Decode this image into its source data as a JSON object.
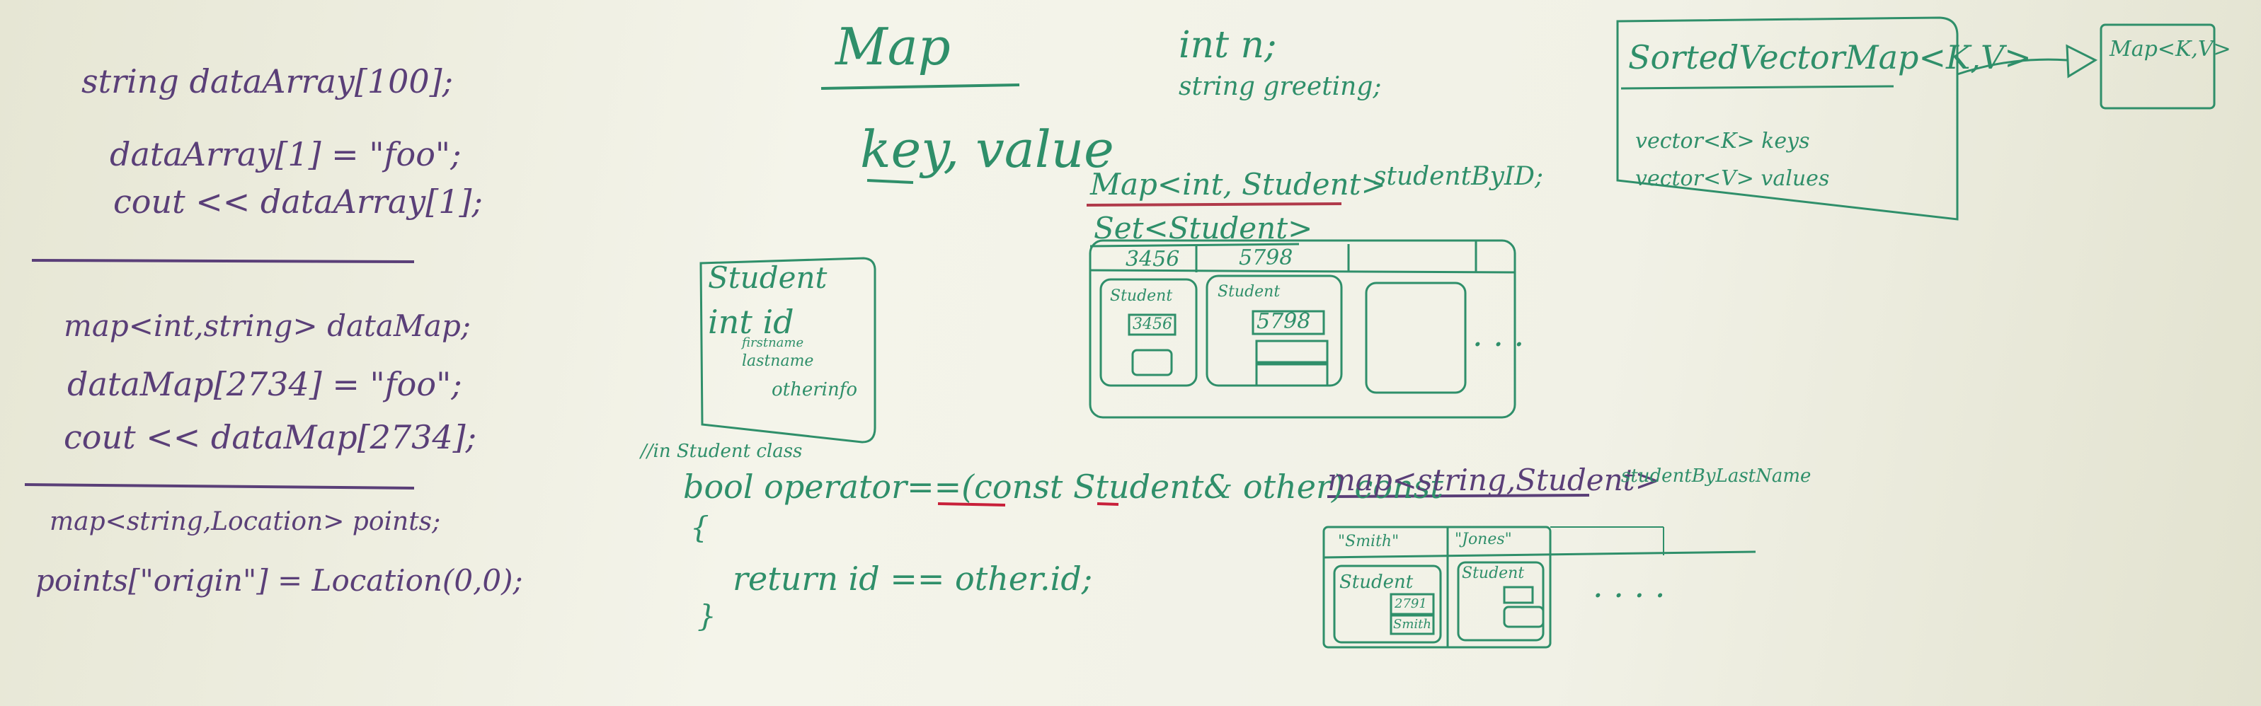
{
  "left": {
    "line1": "string dataArray[100];",
    "line2": "dataArray[1] = \"foo\";",
    "line3": "cout << dataArray[1];",
    "line4": "map<int,string> dataMap;",
    "line5": "dataMap[2734] = \"foo\";",
    "line6": "cout << dataMap[2734];",
    "line7": "map<string,Location> points;",
    "line8": "points[\"origin\"] = Location(0,0);"
  },
  "center": {
    "title": "Map",
    "int_n": "int n;",
    "string_greeting": "string greeting;",
    "key_value": "key, value",
    "map_decl": "Map<int, Student>",
    "map_var": "studentByID;",
    "set_decl": "Set<Student>",
    "key1": "3456",
    "key2": "5798",
    "cell1_label": "Student",
    "cell1_id": "3456",
    "cell2_label": "Student",
    "cell2_id": "5798",
    "ellipsis": ". . .",
    "class_title": "Student",
    "class_field1": "int id",
    "class_field2": "firstname",
    "class_field3": "lastname",
    "class_field4": "otherinfo",
    "comment": "//in Student class",
    "op_line": "bool operator==(const Student& other) const",
    "brace_open": "{",
    "return_line": "return id == other.id;",
    "brace_close": "}"
  },
  "lower_right": {
    "map_decl": "map<string,Student>",
    "map_var": "studentByLastName",
    "key1": "\"Smith\"",
    "key2": "\"Jones\"",
    "cell1_label": "Student",
    "cell1_id": "2791",
    "cell1_name": "Smith",
    "cell2_label": "Student",
    "ellipsis": ". . . ."
  },
  "top_right": {
    "class_name": "SortedVectorMap<K,V>",
    "field1": "vector<K>  keys",
    "field2": "vector<V>  values",
    "parent": "Map<K,V>"
  }
}
